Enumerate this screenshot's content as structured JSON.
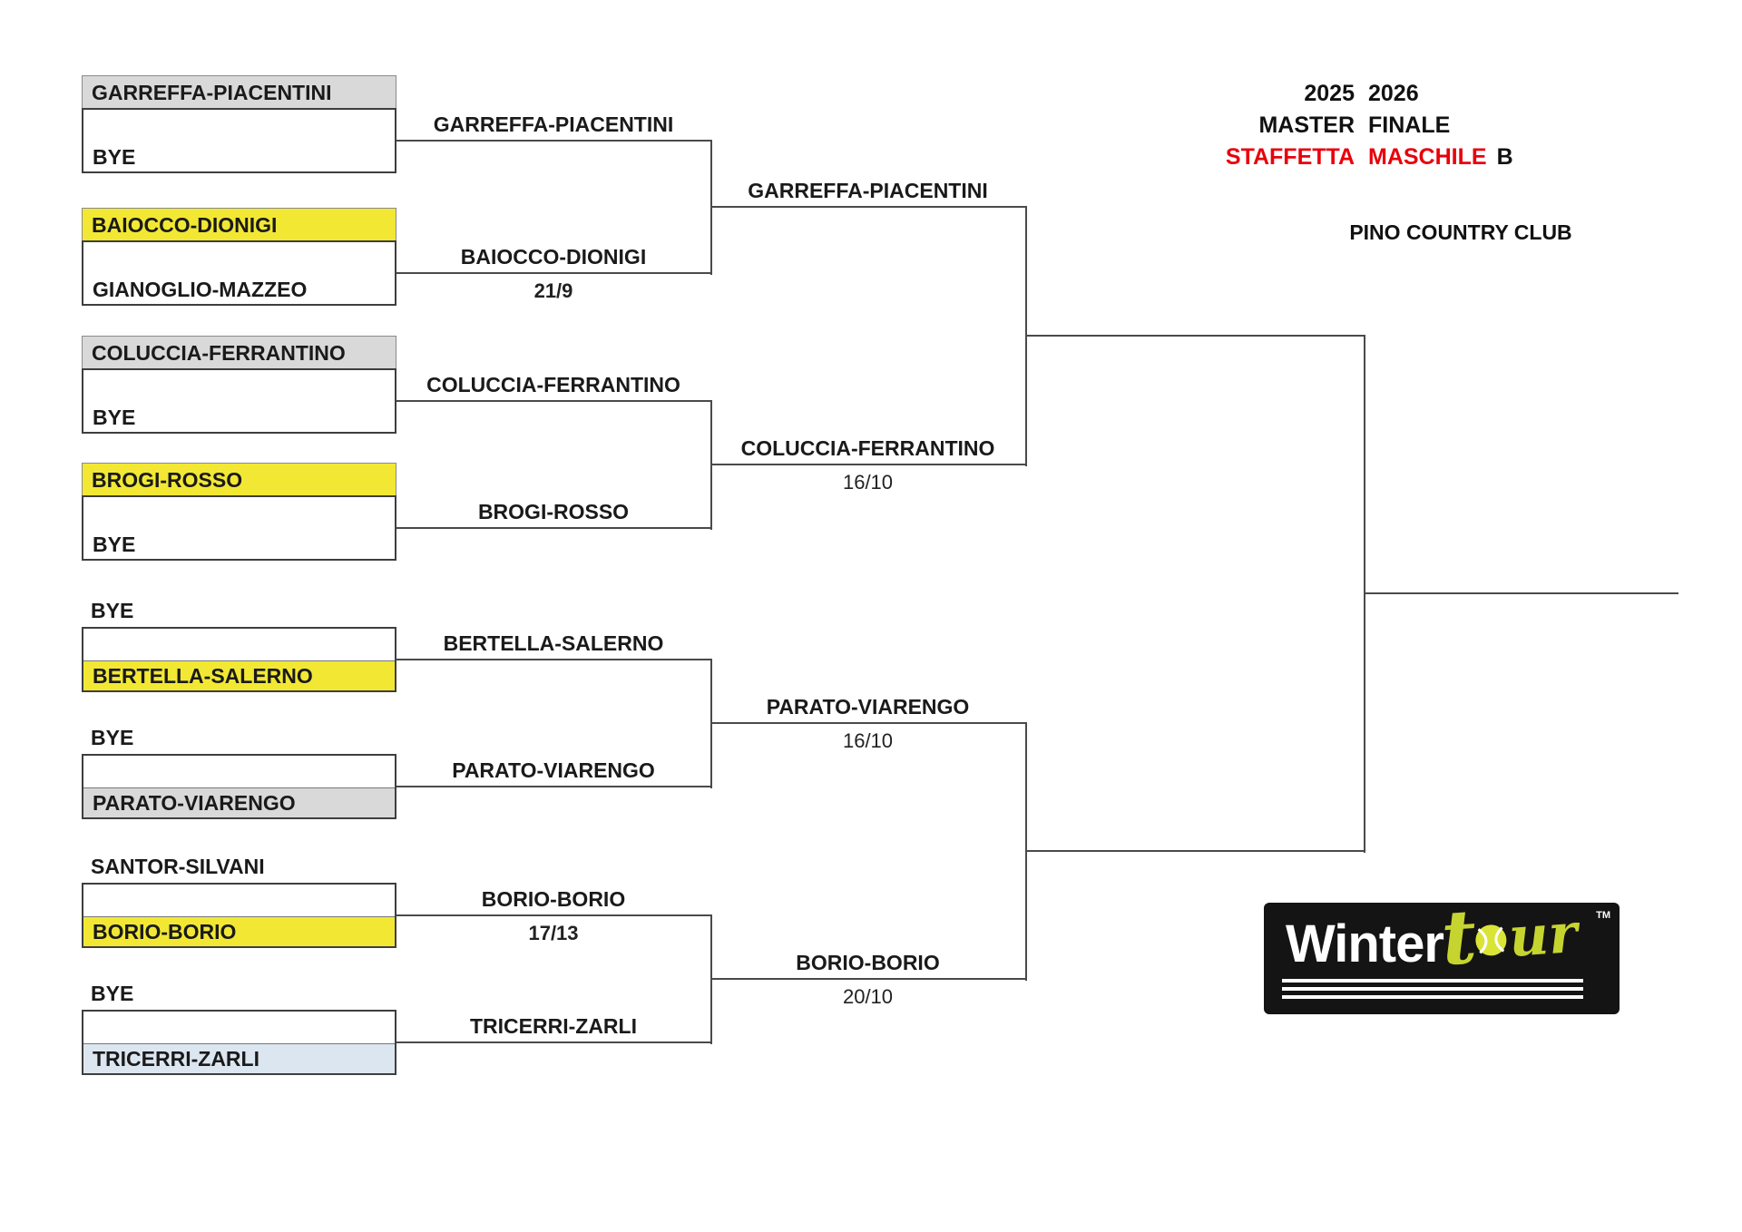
{
  "header": {
    "rows": [
      {
        "left": "2025",
        "right": "2026"
      },
      {
        "left": "MASTER",
        "right": "FINALE"
      },
      {
        "left": "STAFFETTA",
        "right": "MASCHILE",
        "suffix": "B"
      }
    ],
    "venue": "PINO COUNTRY CLUB",
    "accent_red": "#e8000b"
  },
  "bracket": {
    "colors": {
      "yellow": "#f2e834",
      "gray": "#d9d9d9",
      "blue": "#dce6f1"
    },
    "round1": [
      {
        "team1": "GARREFFA-PIACENTINI",
        "team2": "BYE",
        "highlight": "top",
        "color": "gray",
        "winner": "GARREFFA-PIACENTINI",
        "score": ""
      },
      {
        "team1": "BAIOCCO-DIONIGI",
        "team2": "GIANOGLIO-MAZZEO",
        "highlight": "top",
        "color": "yellow",
        "winner": "BAIOCCO-DIONIGI",
        "score": "21/9"
      },
      {
        "team1": "COLUCCIA-FERRANTINO",
        "team2": "BYE",
        "highlight": "top",
        "color": "gray",
        "winner": "COLUCCIA-FERRANTINO",
        "score": ""
      },
      {
        "team1": "BROGI-ROSSO",
        "team2": "BYE",
        "highlight": "top",
        "color": "yellow",
        "winner": "BROGI-ROSSO",
        "score": ""
      },
      {
        "team1": "BYE",
        "team2": "BERTELLA-SALERNO",
        "highlight": "bottom",
        "color": "yellow",
        "winner": "BERTELLA-SALERNO",
        "score": ""
      },
      {
        "team1": "BYE",
        "team2": "PARATO-VIARENGO",
        "highlight": "bottom",
        "color": "gray",
        "winner": "PARATO-VIARENGO",
        "score": ""
      },
      {
        "team1": "SANTOR-SILVANI",
        "team2": "BORIO-BORIO",
        "highlight": "bottom",
        "color": "yellow",
        "winner": "BORIO-BORIO",
        "score": "17/13"
      },
      {
        "team1": "BYE",
        "team2": "TRICERRI-ZARLI",
        "highlight": "bottom",
        "color": "blue",
        "winner": "TRICERRI-ZARLI",
        "score": ""
      }
    ],
    "quarterfinals": [
      {
        "winner": "GARREFFA-PIACENTINI",
        "score": ""
      },
      {
        "winner": "COLUCCIA-FERRANTINO",
        "score": "16/10"
      },
      {
        "winner": "PARATO-VIARENGO",
        "score": "16/10"
      },
      {
        "winner": "BORIO-BORIO",
        "score": "20/10"
      }
    ]
  },
  "logo": {
    "word1": "Winter",
    "tour_t": "t",
    "tour_ur": "ur",
    "tm": "TM",
    "green": "#c6d42f"
  }
}
